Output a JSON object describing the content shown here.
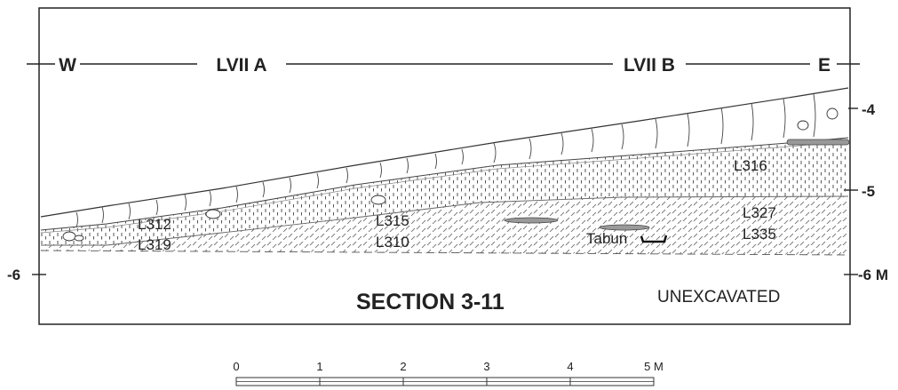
{
  "header": {
    "west": "W",
    "east": "E",
    "square_a": "LVII A",
    "square_b": "LVII B"
  },
  "elevations": {
    "right_top": "-4",
    "right_mid": "-5",
    "right_bottom": "-6 M",
    "left_bottom": "-6"
  },
  "loci": [
    "L312",
    "L319",
    "L315",
    "L310",
    "L316",
    "L327",
    "L335"
  ],
  "feature": "Tabun",
  "title": "SECTION 3-11",
  "unexcavated": "UNEXCAVATED",
  "scale": {
    "ticks": [
      "0",
      "1",
      "2",
      "3",
      "4",
      "5 M"
    ]
  }
}
